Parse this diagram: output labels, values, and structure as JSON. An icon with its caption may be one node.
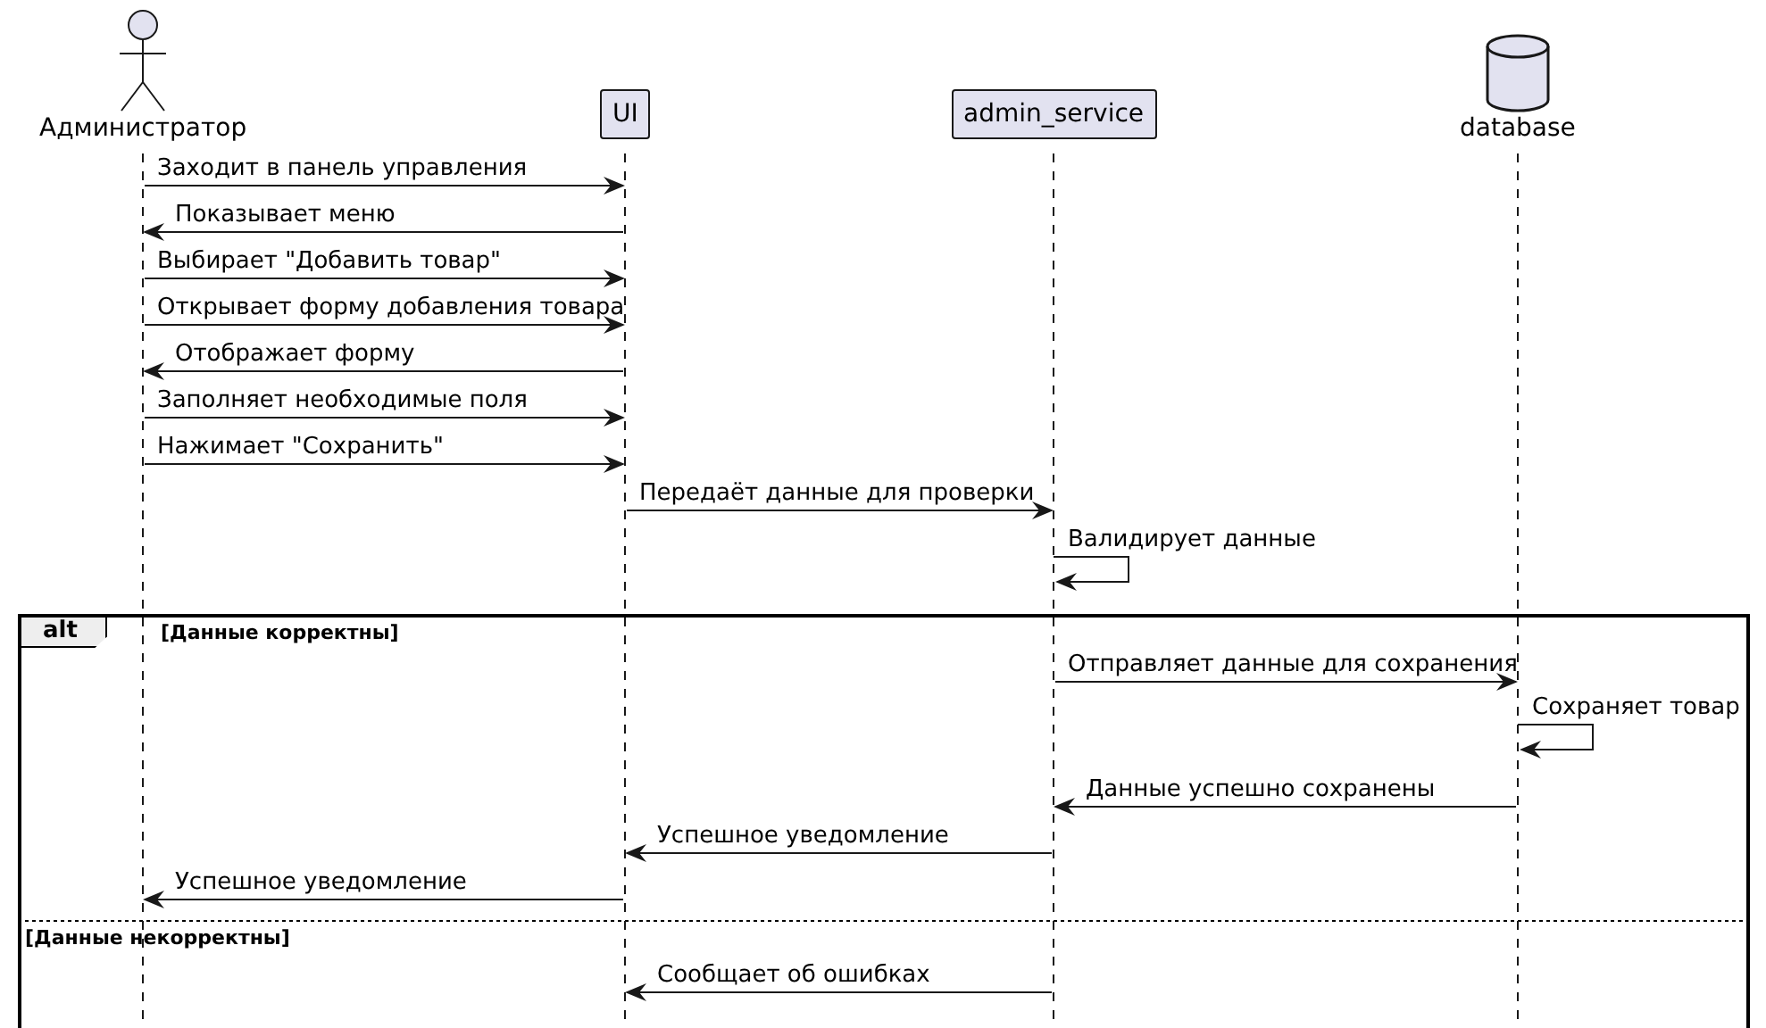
{
  "diagram": {
    "nodes": [
      {
        "text": [
          "Администратор"
        ]
      },
      {
        "text": [
          "UI"
        ]
      },
      {
        "text": [
          "admin_service"
        ]
      },
      {
        "text": [
          "database"
        ]
      }
    ],
    "labels": [
      "alt",
      "[Данные корректны]",
      "[Данные некорректны]"
    ],
    "edges": [
      {
        "from": 0,
        "to": 1,
        "arrow": "to",
        "label": "Заходит в панель управления"
      },
      {
        "from": 1,
        "to": 0,
        "arrow": "to",
        "label": "Показывает меню"
      },
      {
        "from": 0,
        "to": 1,
        "arrow": "to",
        "label": "Выбирает \"Добавить товар\""
      },
      {
        "from": 0,
        "to": 1,
        "arrow": "to",
        "label": "Открывает форму добавления товара"
      },
      {
        "from": 1,
        "to": 0,
        "arrow": "to",
        "label": "Отображает форму"
      },
      {
        "from": 0,
        "to": 1,
        "arrow": "to",
        "label": "Заполняет необходимые поля"
      },
      {
        "from": 0,
        "to": 1,
        "arrow": "to",
        "label": "Нажимает \"Сохранить\""
      },
      {
        "from": 1,
        "to": 2,
        "arrow": "to",
        "label": "Передаёт данные для проверки"
      },
      {
        "from": 2,
        "to": 2,
        "arrow": "to",
        "label": "Валидирует данные"
      },
      {
        "from": 2,
        "to": 3,
        "arrow": "to",
        "label": "Отправляет данные для сохранения"
      },
      {
        "from": 3,
        "to": 3,
        "arrow": "to",
        "label": "Сохраняет товар"
      },
      {
        "from": 3,
        "to": 2,
        "arrow": "to",
        "label": "Данные успешно сохранены"
      },
      {
        "from": 2,
        "to": 1,
        "arrow": "to",
        "label": "Успешное уведомление"
      },
      {
        "from": 1,
        "to": 0,
        "arrow": "to",
        "label": "Успешное уведомление"
      },
      {
        "from": 2,
        "to": 1,
        "arrow": "to",
        "label": "Сообщает об ошибках"
      }
    ]
  }
}
